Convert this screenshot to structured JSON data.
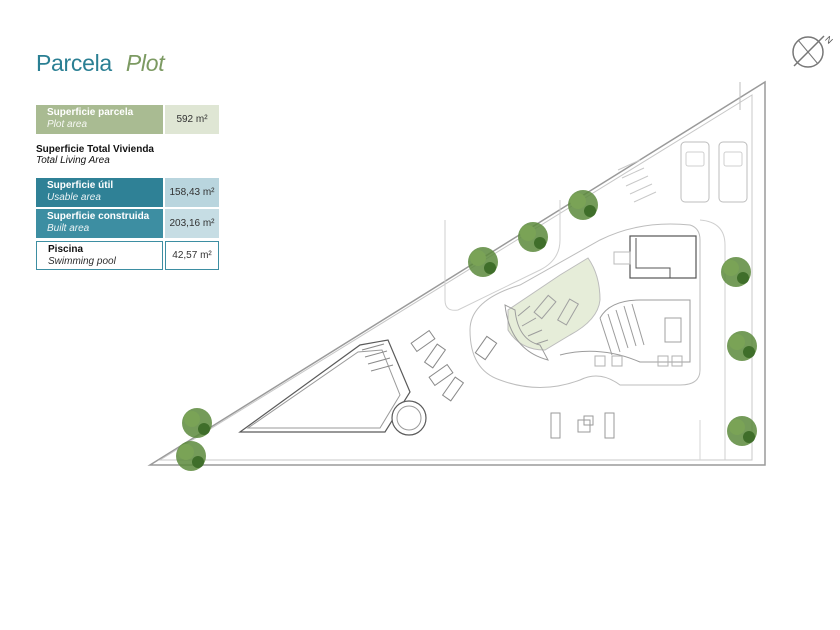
{
  "title": {
    "es": "Parcela",
    "en": "Plot"
  },
  "plot_area": {
    "label_es": "Superficie parcela",
    "label_en": "Plot area",
    "value": "592 m²"
  },
  "total_living": {
    "label_es": "Superficie Total Vivienda",
    "label_en": "Total Living Area"
  },
  "usable_area": {
    "label_es": "Superficie útil",
    "label_en": "Usable area",
    "value": "158,43 m²"
  },
  "built_area": {
    "label_es": "Superficie construida",
    "label_en": "Built area",
    "value": "203,16 m²"
  },
  "pool": {
    "label_es": "Piscina",
    "label_en": "Swimming pool",
    "value": "42,57 m²"
  },
  "compass": {
    "north_label": "N"
  },
  "colors": {
    "title_es": "#2a7f93",
    "title_en": "#7c9a62",
    "plot_green": "#a9bb92",
    "plot_green_value": "#dfe6d4",
    "usable_teal": "#2f8196",
    "usable_teal_value": "#b9d5de",
    "built_teal": "#3d8ea2",
    "built_teal_value": "#c6dde4",
    "garden_green": "#e6edd9",
    "tree_green": "#5c8a3c"
  },
  "icons": [
    "compass-north-icon",
    "tree-icon",
    "car-icon",
    "sunbed-icon"
  ]
}
